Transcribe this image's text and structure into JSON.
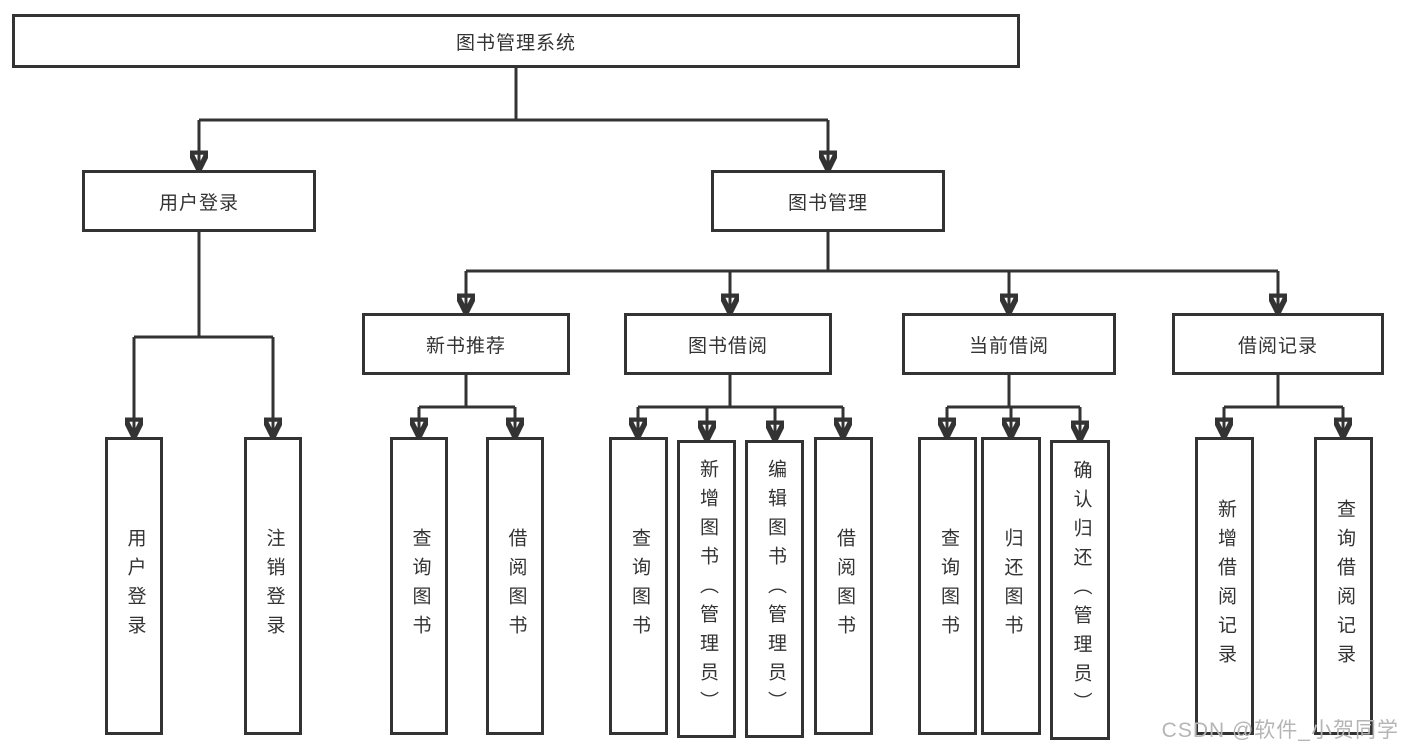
{
  "colors": {
    "line": "#333333",
    "text": "#333333",
    "box_border": "#333333",
    "box_background": "#ffffff",
    "page_background": "#ffffff",
    "watermark": "#b5b5b5"
  },
  "nodes": {
    "root": "图书管理系统",
    "user_login": "用户登录",
    "book_management": "图书管理",
    "new_book_recommend": "新书推荐",
    "book_borrowing": "图书借阅",
    "current_borrowing": "当前借阅",
    "borrowing_records": "借阅记录",
    "leaf_user_login": "用户登录",
    "leaf_logout": "注销登录",
    "leaf_query_books_1": "查询图书",
    "leaf_borrow_books_1": "借阅图书",
    "leaf_query_books_2": "查询图书",
    "leaf_add_books_admin": "新增图书（管理员）",
    "leaf_edit_books_admin": "编辑图书（管理员）",
    "leaf_borrow_books_2": "借阅图书",
    "leaf_query_books_3": "查询图书",
    "leaf_return_books": "归还图书",
    "leaf_confirm_return_admin": "确认归还（管理员）",
    "leaf_add_borrow_record": "新增借阅记录",
    "leaf_query_borrow_record": "查询借阅记录"
  },
  "hierarchy": {
    "图书管理系统": {
      "用户登录": [
        "用户登录",
        "注销登录"
      ],
      "图书管理": {
        "新书推荐": [
          "查询图书",
          "借阅图书"
        ],
        "图书借阅": [
          "查询图书",
          "新增图书（管理员）",
          "编辑图书（管理员）",
          "借阅图书"
        ],
        "当前借阅": [
          "查询图书",
          "归还图书",
          "确认归还（管理员）"
        ],
        "借阅记录": [
          "新增借阅记录",
          "查询借阅记录"
        ]
      }
    }
  },
  "watermark": {
    "text": "CSDN @软件_小贺同学"
  }
}
